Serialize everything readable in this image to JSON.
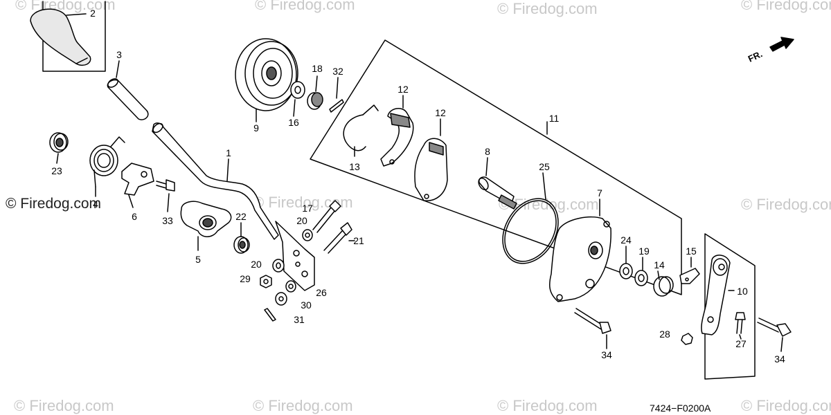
{
  "watermarks": {
    "top_1": "© Firedog.com",
    "top_2": "© Firedog.com",
    "top_3": "© Firedog.com",
    "top_4": "© Firedog.com",
    "mid_left": "© Firedog.com",
    "mid_center": "© Firedog.com",
    "mid_center2": "© Firedog.com",
    "mid_right": "© Firedog.com",
    "bottom_1": "© Firedog.com",
    "bottom_2": "© Firedog.com",
    "bottom_3": "© Firedog.com",
    "bottom_4": "© Firedog.com"
  },
  "diagram_code": "7424−F0200A",
  "direction_label": "FR.",
  "parts": {
    "p1": "1",
    "p2": "2",
    "p3": "3",
    "p4": "4",
    "p5": "5",
    "p6": "6",
    "p7": "7",
    "p8": "8",
    "p9": "9",
    "p10": "10",
    "p11": "11",
    "p12a": "12",
    "p12b": "12",
    "p13": "13",
    "p14": "14",
    "p15": "15",
    "p16": "16",
    "p17": "17",
    "p18": "18",
    "p19": "19",
    "p20a": "20",
    "p20b": "20",
    "p21": "21",
    "p22": "22",
    "p23": "23",
    "p24": "24",
    "p25": "25",
    "p26": "26",
    "p27": "27",
    "p28": "28",
    "p29": "29",
    "p30": "30",
    "p31": "31",
    "p32": "32",
    "p33": "33",
    "p34a": "34",
    "p34b": "34"
  }
}
